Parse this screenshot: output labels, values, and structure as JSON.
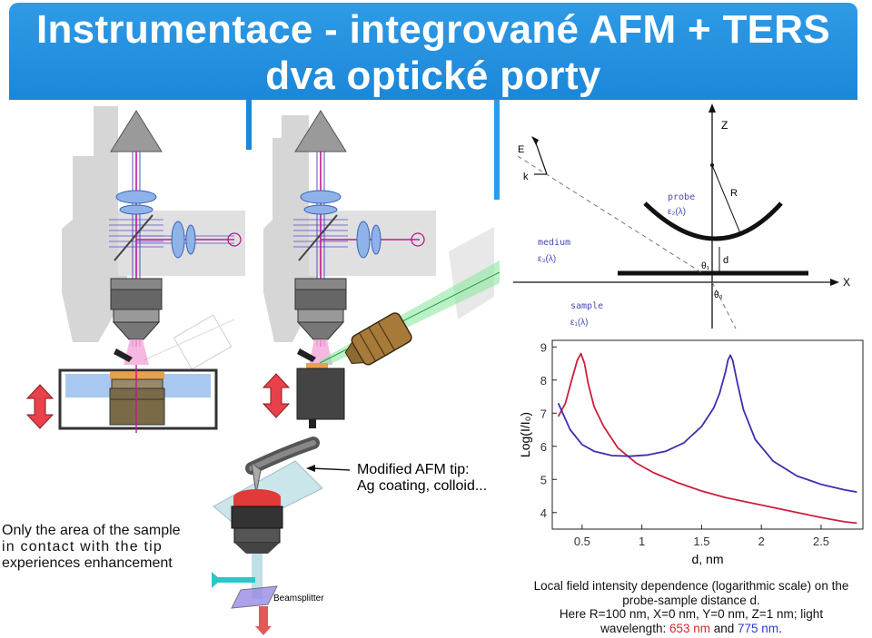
{
  "title": {
    "line1": "Instrumentace - integrované AFM + TERS",
    "line2": "dva optické porty"
  },
  "tip_callout": {
    "line1": "Modified AFM tip:",
    "line2": "Ag coating, colloid..."
  },
  "sample_note": {
    "line1": "Only the area of the sample",
    "line2": "in contact with the tip",
    "line3": "experiences enhancement"
  },
  "beamsplitter_label": "Beamsplitter",
  "geometry_labels": {
    "z": "Z",
    "x": "X",
    "e": "E",
    "k": "k",
    "r": "R",
    "d": "d",
    "probe": "probe",
    "probe_eps": "ε₂(λ)",
    "medium": "medium",
    "medium_eps": "ε₃(λ)",
    "sample": "sample",
    "sample_eps": "ε₁(λ)",
    "theta1": "θ₁",
    "theta0": "θ₀"
  },
  "caption": {
    "line1": "Local field intensity dependence (logarithmic scale) on the",
    "line2": "probe-sample distance d.",
    "line3": "Here R=100 nm, X=0 nm, Y=0 nm, Z=1 nm; light",
    "line4_prefix": "wavelength: ",
    "line4_red": "653 nm",
    "line4_and": " and ",
    "line4_blue": "775 nm",
    "line4_end": "."
  },
  "colors": {
    "banner": "#1b87d8",
    "series_653": "#cc1f3a",
    "series_775": "#3a2fb0",
    "red_text": "#d62828",
    "blue_text": "#2a3bd6"
  },
  "chart_data": {
    "type": "line",
    "xlabel": "d, nm",
    "ylabel": "Log(I/I₀)",
    "xlim": [
      0.25,
      2.85
    ],
    "ylim": [
      3.5,
      9.2
    ],
    "xticks": [
      "0.5",
      "1",
      "1.5",
      "2",
      "2.5"
    ],
    "xtick_values": [
      0.5,
      1,
      1.5,
      2,
      2.5
    ],
    "yticks": [
      "4",
      "5",
      "6",
      "7",
      "8",
      "9"
    ],
    "ytick_values": [
      4,
      5,
      6,
      7,
      8,
      9
    ],
    "series": [
      {
        "color": "#cc1f3a",
        "x": [
          0.3,
          0.36,
          0.42,
          0.46,
          0.49,
          0.52,
          0.55,
          0.6,
          0.68,
          0.8,
          0.95,
          1.1,
          1.3,
          1.5,
          1.7,
          1.9,
          2.1,
          2.3,
          2.5,
          2.7,
          2.8
        ],
        "y": [
          6.9,
          7.3,
          8.1,
          8.6,
          8.8,
          8.5,
          7.9,
          7.2,
          6.6,
          5.95,
          5.5,
          5.2,
          4.9,
          4.65,
          4.45,
          4.3,
          4.15,
          4.0,
          3.85,
          3.72,
          3.68
        ]
      },
      {
        "color": "#3a2fb0",
        "x": [
          0.3,
          0.4,
          0.5,
          0.6,
          0.75,
          0.9,
          1.05,
          1.2,
          1.35,
          1.5,
          1.6,
          1.65,
          1.7,
          1.72,
          1.74,
          1.76,
          1.8,
          1.85,
          1.95,
          2.1,
          2.3,
          2.5,
          2.7,
          2.8
        ],
        "y": [
          7.3,
          6.5,
          6.05,
          5.85,
          5.72,
          5.7,
          5.74,
          5.85,
          6.1,
          6.6,
          7.15,
          7.6,
          8.25,
          8.6,
          8.75,
          8.6,
          7.9,
          7.1,
          6.2,
          5.55,
          5.1,
          4.85,
          4.68,
          4.62
        ]
      }
    ]
  }
}
